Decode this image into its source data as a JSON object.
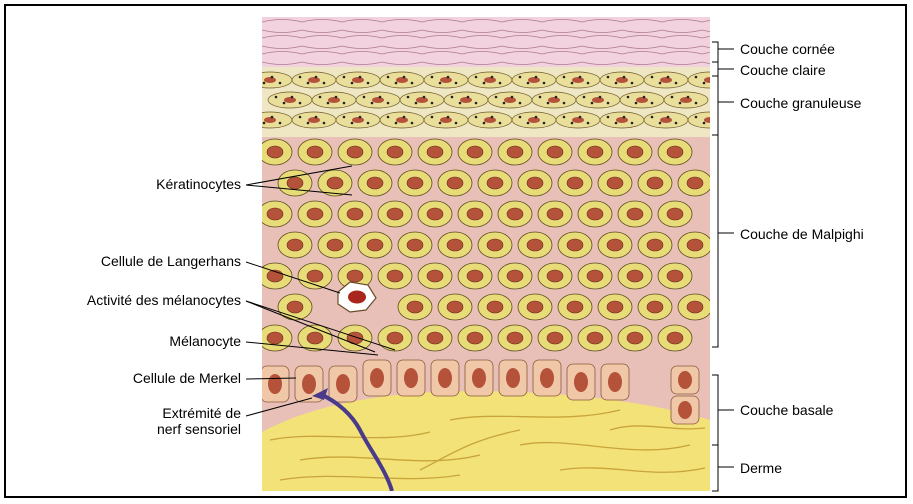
{
  "diagram": {
    "layers_right": [
      {
        "id": "cornee",
        "label": "Couche cornée"
      },
      {
        "id": "claire",
        "label": "Couche claire"
      },
      {
        "id": "granuleuse",
        "label": "Couche granuleuse"
      },
      {
        "id": "malpighi",
        "label": "Couche de Malpighi"
      },
      {
        "id": "basale",
        "label": "Couche basale"
      },
      {
        "id": "derme",
        "label": "Derme"
      }
    ],
    "labels_left": [
      {
        "id": "keratinocytes",
        "lines": [
          "Kératinocytes"
        ]
      },
      {
        "id": "langerhans",
        "lines": [
          "Cellule de Langerhans"
        ]
      },
      {
        "id": "melanocytes-activity",
        "lines": [
          "Activité des mélanocytes"
        ]
      },
      {
        "id": "melanocyte",
        "lines": [
          "Mélanocyte"
        ]
      },
      {
        "id": "merkel",
        "lines": [
          "Cellule de Merkel"
        ]
      },
      {
        "id": "nerve",
        "lines": [
          "Extrémité de",
          "nerf sensoriel"
        ]
      }
    ],
    "colors": {
      "cornee": "#f2d2de",
      "granuleuse": "#efe6c4",
      "malpighi": "#e9c0b8",
      "cell": "#e8dc78",
      "nucleus": "#b5523a",
      "derme": "#f2e278",
      "derme_fibers": "#c9a43a",
      "nerve": "#4a3a8a"
    }
  }
}
